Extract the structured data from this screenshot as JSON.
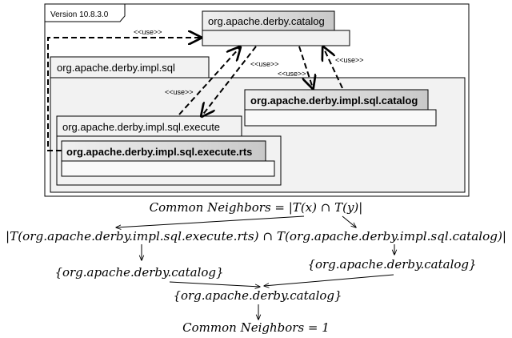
{
  "version_label": "Version 10.8.3.0",
  "packages": {
    "catalog": "org.apache.derby.catalog",
    "impl_sql": "org.apache.derby.impl.sql",
    "impl_sql_catalog": "org.apache.derby.impl.sql.catalog",
    "impl_sql_execute": "org.apache.derby.impl.sql.execute",
    "impl_sql_execute_rts": "org.apache.derby.impl.sql.execute.rts"
  },
  "use_label": "<<use>>",
  "formula": {
    "line1": "Common Neighbors = |T(x) ∩ T(y)|",
    "line2": "|T(org.apache.derby.impl.sql.execute.rts) ∩ T(org.apache.derby.impl.sql.catalog)|",
    "set_left": "{org.apache.derby.catalog}",
    "set_right": "{org.apache.derby.catalog}",
    "set_result": "{org.apache.derby.catalog}",
    "result": "Common Neighbors = 1"
  }
}
